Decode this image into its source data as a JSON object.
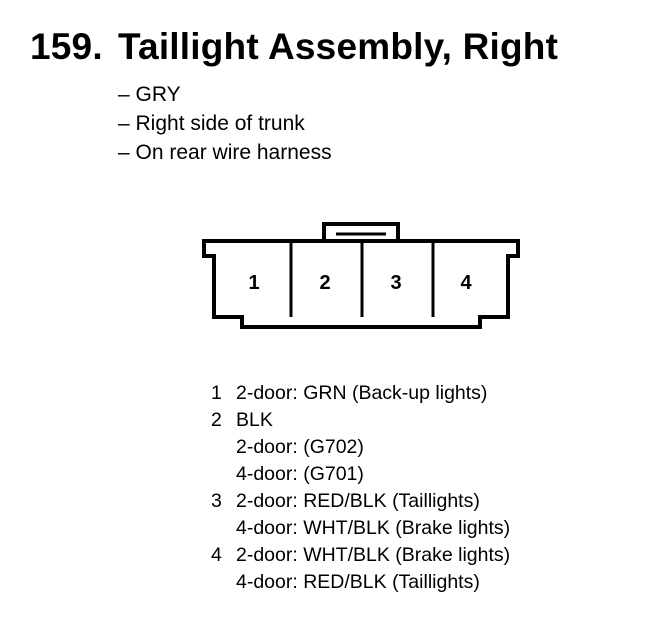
{
  "header": {
    "number": "159.",
    "title": "Taillight Assembly, Right"
  },
  "notes": [
    "– GRY",
    "– Right side of trunk",
    "– On rear wire harness"
  ],
  "connector": {
    "cavities": [
      "1",
      "2",
      "3",
      "4"
    ]
  },
  "pins": [
    {
      "number": "1",
      "lines": [
        "2-door: GRN (Back-up lights)"
      ]
    },
    {
      "number": "2",
      "lines": [
        "BLK",
        "2-door: (G702)",
        "4-door: (G701)"
      ]
    },
    {
      "number": "3",
      "lines": [
        "2-door: RED/BLK (Taillights)",
        "4-door: WHT/BLK (Brake lights)"
      ]
    },
    {
      "number": "4",
      "lines": [
        "2-door: WHT/BLK (Brake lights)",
        "4-door: RED/BLK (Taillights)"
      ]
    }
  ]
}
